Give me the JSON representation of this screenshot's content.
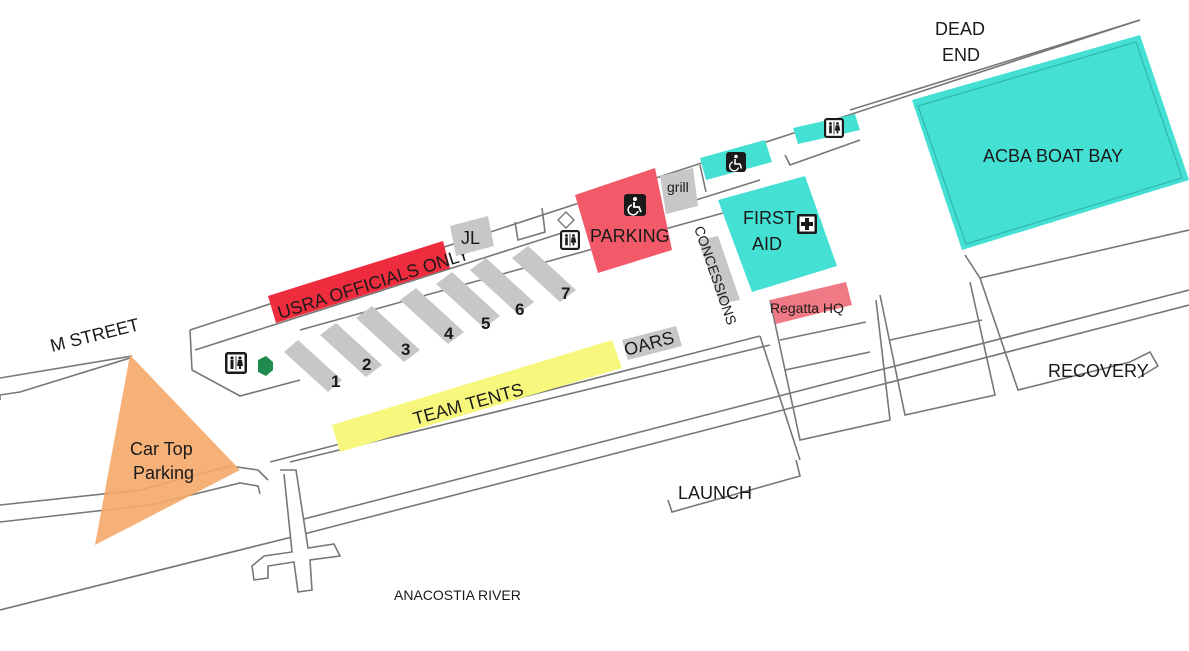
{
  "labels": {
    "dead_end_1": "DEAD",
    "dead_end_2": "END",
    "m_street": "M STREET",
    "car_top_1": "Car Top",
    "car_top_2": "Parking",
    "team_tents": "TEAM TENTS",
    "oars": "OARS",
    "usra_officials": "USRA OFFICIALS ONLY",
    "jl": "JL",
    "parking": "PARKING",
    "grill": "grill",
    "concessions": "CONCESSIONS",
    "first_aid_1": "FIRST",
    "first_aid_2": "AID",
    "regatta_hq": "Regatta HQ",
    "acba_boat_bay": "ACBA BOAT BAY",
    "recovery": "RECOVERY",
    "launch": "LAUNCH",
    "anacostia_river": "ANACOSTIA RIVER"
  },
  "trailer_numbers": [
    "1",
    "2",
    "3",
    "4",
    "5",
    "6",
    "7"
  ],
  "icons": [
    "restroom-icon",
    "tree-icon",
    "accessible-icon",
    "first-aid-cross-icon"
  ],
  "colors": {
    "teal": "#45E0D4",
    "red": "#EF2C3E",
    "pink": "#F25A6A",
    "hq_pink": "#EF7A85",
    "orange": "#F5A86A",
    "yellow": "#F7F77E",
    "gray": "#C7C7C7",
    "outline": "#777777",
    "tree": "#1E8A4E"
  }
}
